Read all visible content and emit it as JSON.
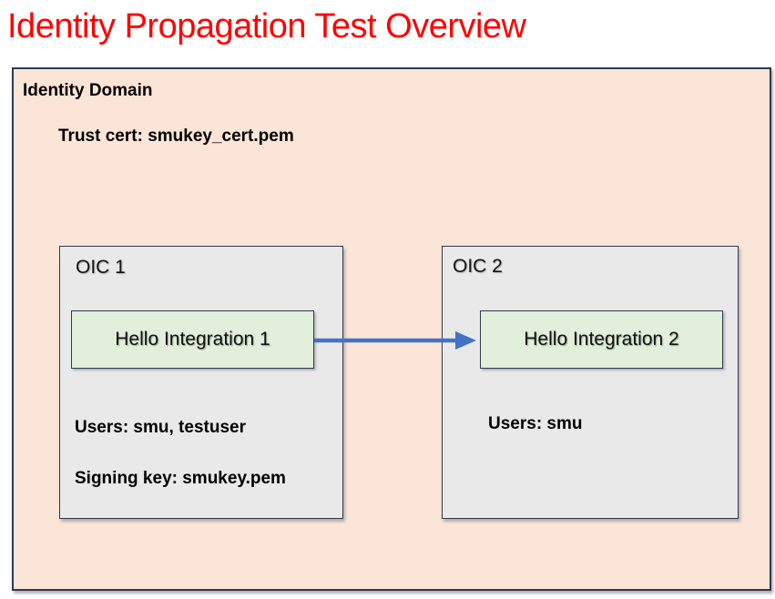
{
  "slide": {
    "title": "Identity Propagation Test Overview"
  },
  "identity_domain": {
    "label": "Identity Domain",
    "trust_cert": "Trust cert: smukey_cert.pem",
    "oic1": {
      "label": "OIC 1",
      "integration": "Hello Integration 1",
      "users": "Users: smu, testuser",
      "signing_key": "Signing key: smukey.pem"
    },
    "oic2": {
      "label": "OIC 2",
      "integration": "Hello Integration 2",
      "users": "Users: smu"
    },
    "arrow": {
      "from": "Hello Integration 1",
      "to": "Hello Integration 2"
    }
  },
  "colors": {
    "title_text": "#FF0000",
    "domain_fill": "#FBE5D6",
    "oic_fill": "#E9E9E9",
    "integration_fill": "#E2EFDA",
    "box_border": "#2E3A50",
    "arrow_blue": "#4472C4",
    "body_text": "#000000"
  }
}
